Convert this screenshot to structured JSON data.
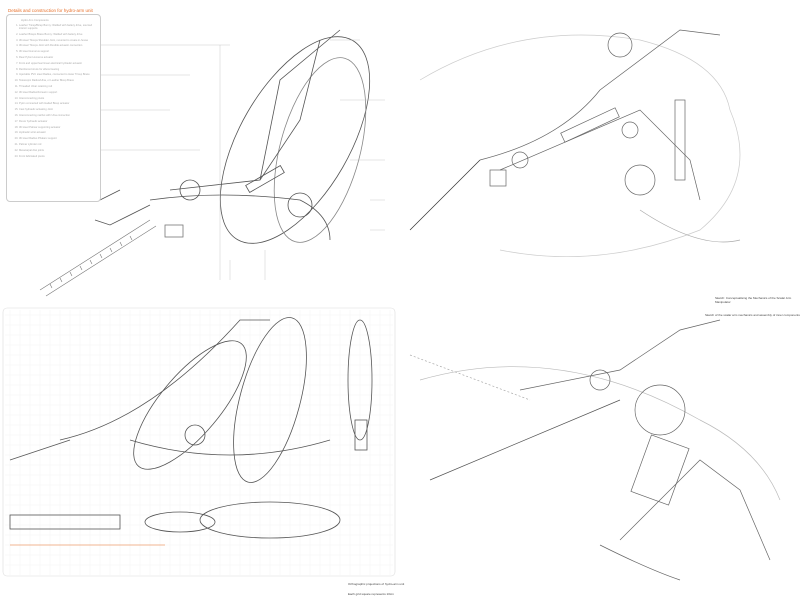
{
  "top_left": {
    "title": "Details and construction for hydro-arm unit",
    "legend_heading": "Hydro Arm Components",
    "legend_items": [
      "Leather Tricep/Bicep Bunny: Welded with battery drive, sourced interior supports",
      "Leather Biceps Brace Bunny: Welded with battery drive",
      "3D-steel Triceps Shoulder Joint, mounted to create in-house",
      "3D-steel Triceps Joint with Flexible actuator connection",
      "3D steel Humerus support",
      "Rear Pylon Humerus actuator",
      "Front and upper/rear linear electrical hydraulic actuator",
      "Reinforced struts for elbow bearing",
      "Injectable PVC steel Radius, connected to lower Tricep Brace",
      "Telescopic Radius/Ulna, or Leather Bicep Brace",
      "Threaded Ulnar retaining rod",
      "3D steel Radius/Forearm support",
      "Interconnecting pivots",
      "Pylon connected with loaded Bicep actuator",
      "Cast hydraulic actuating Joint",
      "Interconnecting ratchet with Ulna connection",
      "Flexor hydraulic actuator",
      "3D steel Palmar supporting actuator",
      "Hydraulic wrist actuator",
      "3D steel Radius Phalanx support",
      "Palmar cylinder rod",
      "Metacarpal disc joints",
      "Front fabricated pivots"
    ]
  },
  "bottom_left": {
    "caption": "Orthographic projections of hydro-arm unit",
    "scale_note": "Each grid square represents 10cm"
  },
  "top_right": {
    "caption": "Sketch: Conceptualising the Mechanics of the Scalar Arm Manipulator"
  },
  "bottom_right": {
    "caption": "Sketch of the scalar arm mechanics and assembly of inner components"
  },
  "colors": {
    "accent": "#e8702a",
    "line": "#555555",
    "grid": "#eeeeee"
  }
}
